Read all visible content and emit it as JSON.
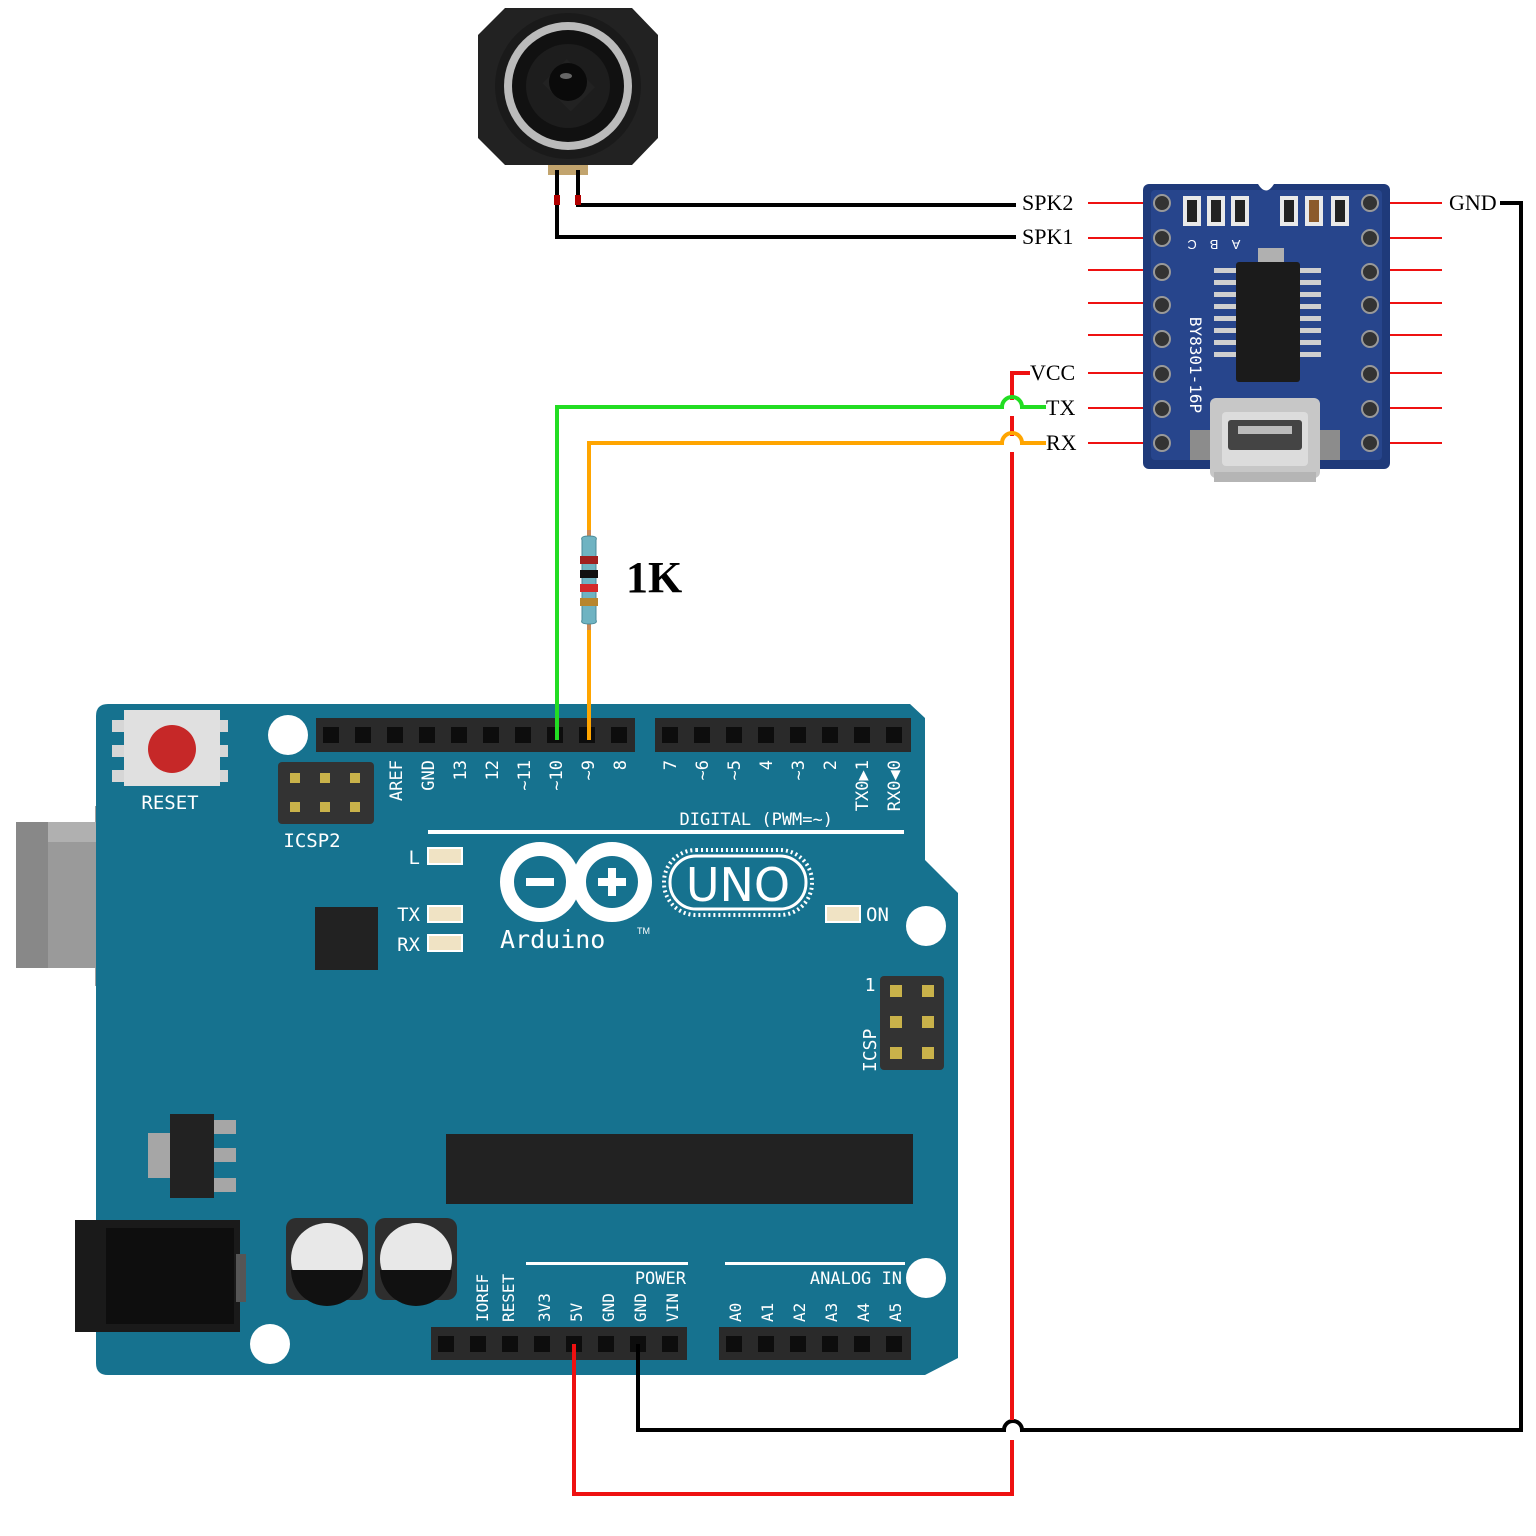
{
  "resistor": {
    "label": "1K"
  },
  "module": {
    "name": "BY8301-16P",
    "pin_labels": {
      "spk2": "SPK2",
      "spk1": "SPK1",
      "vcc": "VCC",
      "tx": "TX",
      "rx": "RX",
      "gnd": "GND"
    },
    "silk": {
      "a": "A",
      "b": "B",
      "c": "C"
    }
  },
  "arduino": {
    "brand": "Arduino",
    "tm": "TM",
    "model": "UNO",
    "reset": "RESET",
    "icsp2": "ICSP2",
    "icsp": "ICSP",
    "icsp_pin1": "1",
    "led_l": "L",
    "led_tx": "TX",
    "led_rx": "RX",
    "led_on": "ON",
    "digital_header": "DIGITAL (PWM=~)",
    "power_header": "POWER",
    "analog_header": "ANALOG IN",
    "digital_pins_left": [
      "AREF",
      "GND",
      "13",
      "12",
      "~11",
      "~10",
      "~9",
      "8"
    ],
    "digital_pins_right": [
      "7",
      "~6",
      "~5",
      "4",
      "~3",
      "2",
      "TX0▶1",
      "RX0◀0"
    ],
    "power_pins": [
      "IOREF",
      "RESET",
      "3V3",
      "5V",
      "GND",
      "GND",
      "VIN"
    ],
    "analog_pins": [
      "A0",
      "A1",
      "A2",
      "A3",
      "A4",
      "A5"
    ]
  },
  "colors": {
    "board": "#16728f",
    "module_pcb": "#1f3a7a",
    "wire_gnd": "#000000",
    "wire_vcc": "#ee1111",
    "wire_tx": "#22dd22",
    "wire_rx": "#ffa500",
    "pin_stub": "#ee1111"
  }
}
